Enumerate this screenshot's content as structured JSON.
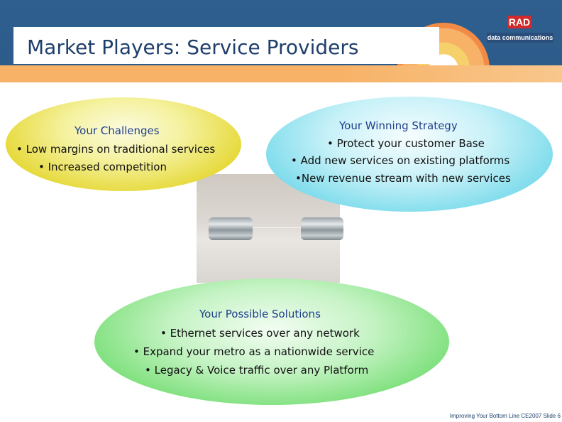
{
  "header": {
    "title": "Market Players: Service Providers",
    "logo_brand": "RAD",
    "logo_sub": "data communications"
  },
  "challenges": {
    "heading": "Your Challenges",
    "items": [
      "• Low margins on traditional services",
      "• Increased competition"
    ]
  },
  "strategy": {
    "heading": "Your Winning Strategy",
    "items": [
      "• Protect your customer Base",
      "• Add new services on existing platforms",
      "•New revenue stream with new services"
    ]
  },
  "solutions": {
    "heading": "Your Possible Solutions",
    "items": [
      "• Ethernet services over any network",
      "• Expand your metro as a nationwide  service",
      "• Legacy & Voice traffic over any Platform"
    ]
  },
  "footer": {
    "text": "Improving Your Bottom Line CE2007  Slide 6"
  },
  "colors": {
    "header_blue": "#2f5f8f",
    "title_text": "#1f3f6b",
    "stripe_orange": "#f7b267",
    "challenges_yellow": "#e6d93a",
    "strategy_cyan": "#7fdcec",
    "solutions_green": "#7ee07c",
    "heading_blue": "#1f3f8b",
    "logo_red": "#d22a2a"
  },
  "image": "tin-can-telephone"
}
